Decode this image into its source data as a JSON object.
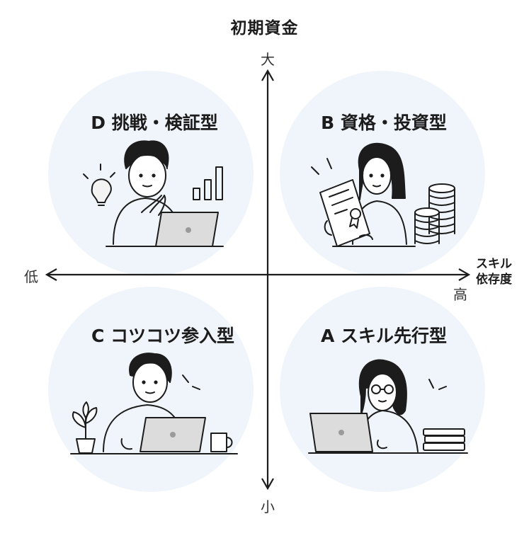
{
  "title": "初期資金",
  "axes": {
    "y_top": "大",
    "y_bottom": "小",
    "x_left": "低",
    "x_right": "高",
    "x_title_line1": "スキル",
    "x_title_line2": "依存度"
  },
  "quadrants": {
    "top_left": {
      "letter": "D",
      "name": "挑戦・検証型"
    },
    "top_right": {
      "letter": "B",
      "name": "資格・投資型"
    },
    "bottom_left": {
      "letter": "C",
      "name": "コツコツ参入型"
    },
    "bottom_right": {
      "letter": "A",
      "name": "スキル先行型"
    }
  },
  "colors": {
    "bubble": "#f0f5fb",
    "line": "#1c1c1c",
    "laptop": "#dcdcdc"
  }
}
